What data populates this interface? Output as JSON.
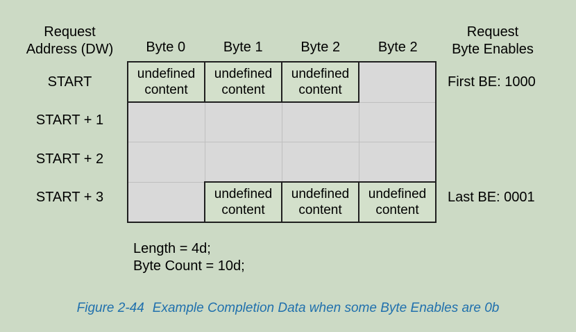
{
  "figure": {
    "left_header": {
      "line1": "Request",
      "line2": "Address (DW)"
    },
    "right_header": {
      "line1": "Request",
      "line2": "Byte Enables"
    },
    "table": {
      "columns": [
        "Byte 0",
        "Byte 1",
        "Byte 2",
        "Byte 2"
      ],
      "rows": [
        {
          "label": "START",
          "cells": [
            "undefined content",
            "undefined content",
            "undefined content",
            ""
          ]
        },
        {
          "label": "START + 1",
          "cells": [
            "",
            "",
            "",
            ""
          ]
        },
        {
          "label": "START + 2",
          "cells": [
            "",
            "",
            "",
            ""
          ]
        },
        {
          "label": "START + 3",
          "cells": [
            "",
            "undefined content",
            "undefined content",
            "undefined content"
          ]
        }
      ]
    },
    "annotations": {
      "first_be": "First BE: 1000",
      "last_be": "Last BE: 0001"
    },
    "notes": [
      "Length = 4d;",
      "Byte Count = 10d;"
    ],
    "caption": {
      "label": "Figure 2-44",
      "title": "Example Completion Data when some Byte Enables are 0b"
    },
    "colors": {
      "background": "#ccdac5",
      "cell_filled": "#d3e0cb",
      "cell_empty": "#d9d9d9",
      "border_dark": "#1f1f1f",
      "border_light": "#bfbfbf",
      "caption_blue": "#2070ad",
      "text": "#000000"
    }
  }
}
